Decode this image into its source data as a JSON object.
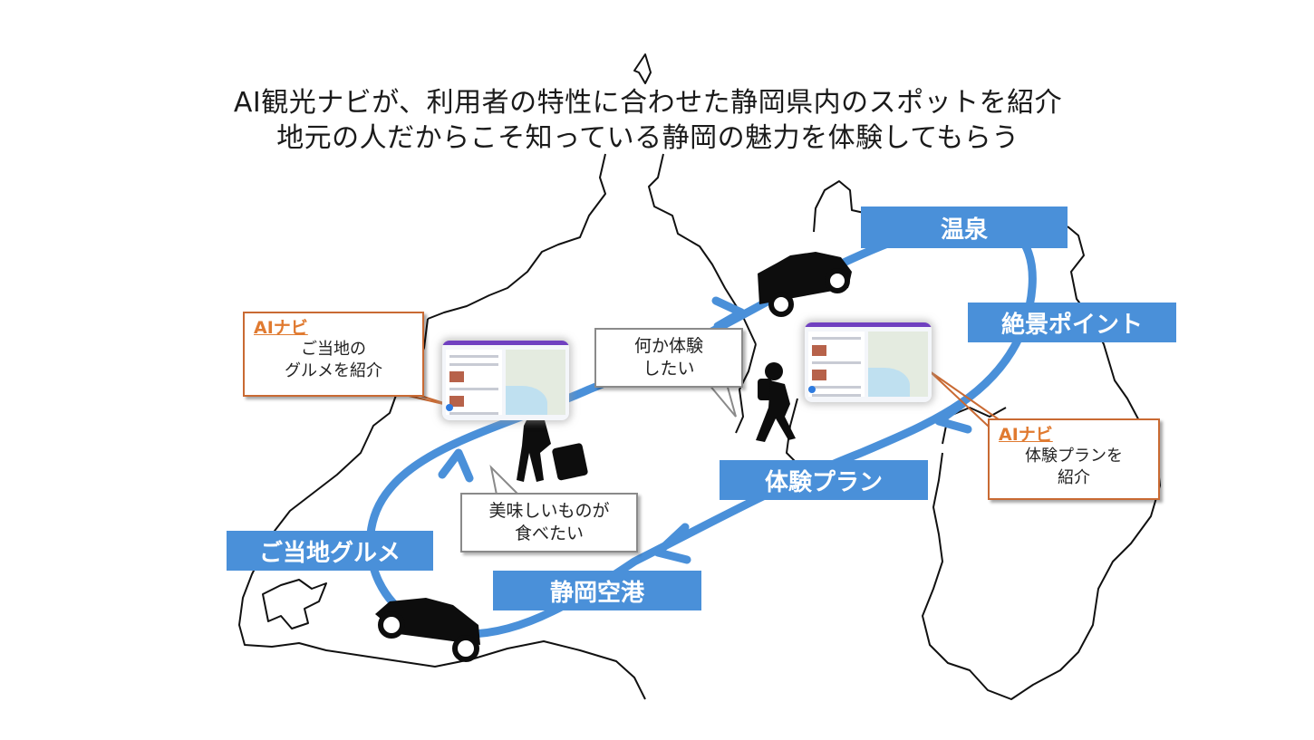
{
  "heading": {
    "line1": "AI観光ナビが、利用者の特性に合わせた静岡県内のスポットを紹介",
    "line2": "地元の人だからこそ知っている静岡の魅力を体験してもらう"
  },
  "route_labels": {
    "onsen": "温泉",
    "zekkei": "絶景ポイント",
    "taiken_plan": "体験プラン",
    "shizuoka_airport": "静岡空港",
    "gourmet": "ご当地グルメ"
  },
  "callouts": {
    "left": {
      "ai": "AIナビ",
      "line1": "ご当地の",
      "line2": "グルメを紹介"
    },
    "right": {
      "ai": "AIナビ",
      "line1": "体験プランを",
      "line2": "紹介"
    }
  },
  "bubbles": {
    "experience": {
      "line1": "何か体験",
      "line2": "したい"
    },
    "food": {
      "line1": "美味しいものが",
      "line2": "食べたい"
    }
  },
  "colors": {
    "route": "#4a90d9",
    "label_bg": "#4a90d9",
    "ai_text": "#e07a30",
    "callout_border": "#c96a33",
    "map_outline": "#111111",
    "silhouette": "#0d0d0d"
  },
  "icons": [
    "car-icon",
    "suv-icon",
    "traveler-woman-icon",
    "hiker-icon",
    "app-screenshot"
  ]
}
